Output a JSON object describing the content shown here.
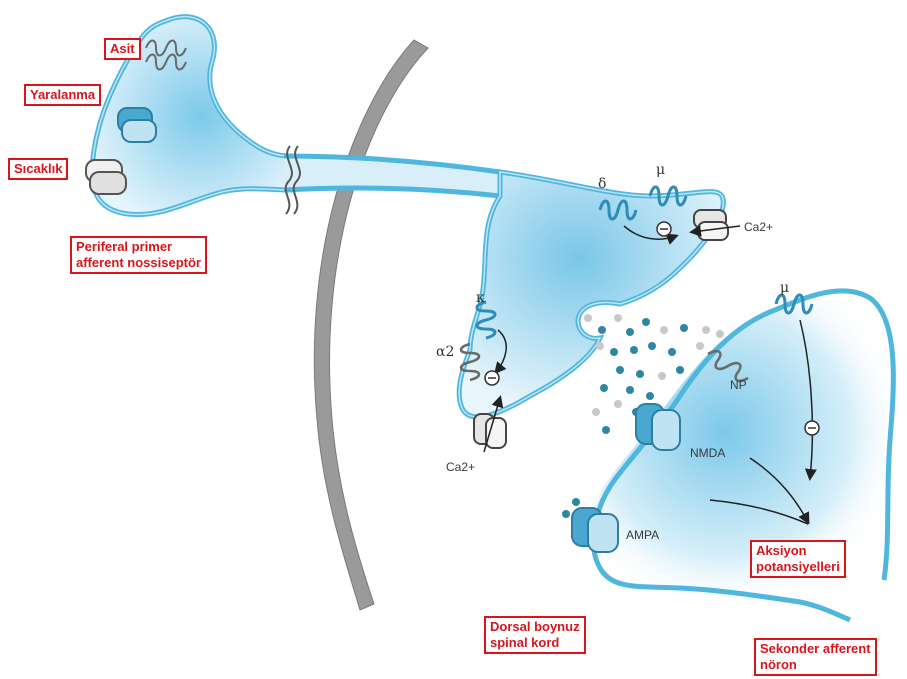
{
  "callouts": {
    "asit": "Asit",
    "yaralanma": "Yaralanma",
    "sicaklik": "Sıcaklık",
    "periferal_line1": "Periferal primer",
    "periferal_line2": "afferent nossiseptör",
    "aksiyon_line1": "Aksiyon",
    "aksiyon_line2": "potansiyelleri",
    "dorsal_line1": "Dorsal boynuz",
    "dorsal_line2": "spinal kord",
    "sekonder_line1": "Sekonder afferent",
    "sekonder_line2": "nöron"
  },
  "labels": {
    "delta": "δ",
    "mu_top": "μ",
    "ca_top": "Ca2+",
    "kappa": "κ",
    "alpha2": "α2",
    "ca_bottom": "Ca2+",
    "mu_right": "μ",
    "np": "NP",
    "nmda": "NMDA",
    "ampa": "AMPA",
    "minus": "⊖"
  },
  "colors": {
    "membrane": "#4fb6de",
    "membrane_light": "#a9dcf1",
    "fill": "#cfeaf7",
    "spine": "#8a8a8a",
    "callout_red": "#d9151b",
    "vesicle_filled": "#2c86a6",
    "vesicle_open": "#c8c8c8"
  }
}
